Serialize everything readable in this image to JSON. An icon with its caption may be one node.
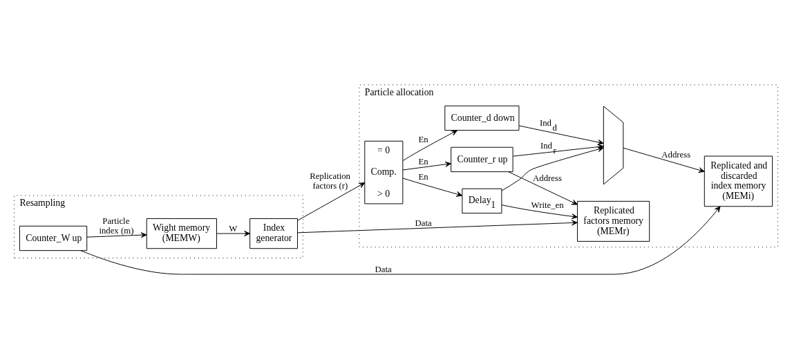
{
  "diagram": {
    "nodes": [
      {
        "text": [
          "Resampling"
        ]
      },
      {
        "text": [
          "Counter_W up"
        ],
        "in": 0
      },
      {
        "text": [
          "Wight memory (MEMW)"
        ],
        "in": 0
      },
      {
        "text": [
          "Index generator"
        ],
        "in": 0
      },
      {
        "text": [
          "Particle allocation"
        ]
      },
      {
        "text": [
          "= 0",
          "Comp.",
          "> 0"
        ],
        "in": 4
      },
      {
        "text": [
          "Counter_d down"
        ],
        "in": 4
      },
      {
        "text": [
          "Counter_r up"
        ],
        "in": 4
      },
      {
        "text": [],
        "shape": "trapezoid",
        "in": 4
      },
      {
        "text": [
          "Delay$_{1}$"
        ],
        "in": 4
      },
      {
        "text": [
          "Replicated and discarded index memory (MEMi)"
        ],
        "in": 4
      },
      {
        "text": [
          "Replicated factors memory (MEMr)"
        ],
        "in": 4
      }
    ],
    "edges": [
      {
        "from": 1,
        "to": 2,
        "arrow": "to",
        "label": "Particle index (m)"
      },
      {
        "from": 2,
        "to": 3,
        "arrow": "to",
        "label": "W"
      },
      {
        "from": 3,
        "to": 5,
        "arrow": "to",
        "label": "Replication factors (r)"
      },
      {
        "from": 5,
        "to": 6,
        "arrow": "to",
        "label": "En"
      },
      {
        "from": 5,
        "to": 7,
        "arrow": "to",
        "label": "En"
      },
      {
        "from": 5,
        "to": 9,
        "arrow": "to",
        "label": "En"
      },
      {
        "from": 6,
        "to": 8,
        "arrow": "to",
        "label": "Ind$_{d}$"
      },
      {
        "from": 7,
        "to": 8,
        "arrow": "to",
        "label": "Ind$_{r}$"
      },
      {
        "from": 9,
        "to": 8,
        "arrow": "to"
      },
      {
        "from": 8,
        "to": 10,
        "arrow": "to",
        "label": "Address"
      },
      {
        "from": 1,
        "to": 10,
        "arrow": "to",
        "label": "Data"
      },
      {
        "from": 9,
        "to": 11,
        "arrow": "to",
        "label": "Write_en"
      },
      {
        "from": 7,
        "to": 11,
        "arrow": "to",
        "label": "Address"
      },
      {
        "from": 3,
        "to": 11,
        "arrow": "to",
        "label": "Data"
      }
    ]
  }
}
